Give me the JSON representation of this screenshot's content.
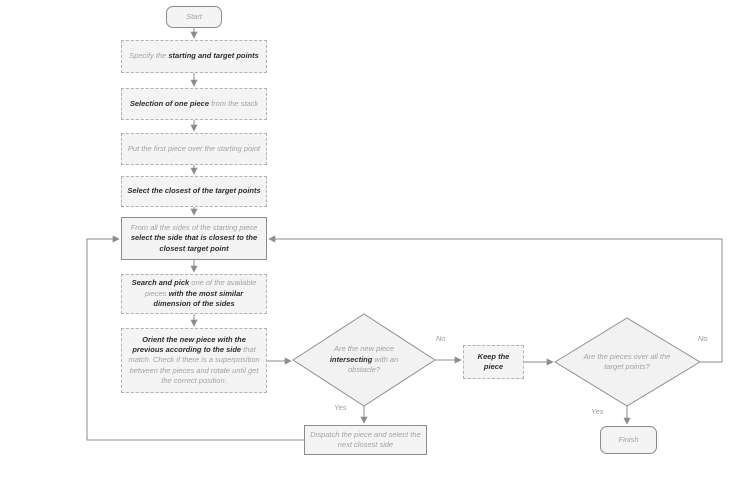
{
  "palette": {
    "node_fill": "#f4f4f4",
    "dashed_border": "#b2b2b2",
    "solid_border": "#8c8c8c",
    "connector": "#8c8c8c",
    "light_text": "#a2a2a2",
    "bold_text": "#2d2d2d"
  },
  "nodes": {
    "start": {
      "label": "Start"
    },
    "specify": {
      "segments": [
        {
          "t": "Specify the "
        },
        {
          "t": "starting and target points",
          "b": true
        }
      ]
    },
    "selection": {
      "segments": [
        {
          "t": "Selection of one piece",
          "b": true
        },
        {
          "t": " from the stack"
        }
      ]
    },
    "put_first": {
      "segments": [
        {
          "t": "Put the first piece over the starting point"
        }
      ]
    },
    "select_closest": {
      "segments": [
        {
          "t": "Select the closest of the target points",
          "b": true
        }
      ]
    },
    "side_select": {
      "segments": [
        {
          "t": "From all the sides of the starting piece "
        },
        {
          "t": "select the side that is closest to the closest target point",
          "b": true
        }
      ]
    },
    "search_pick": {
      "segments": [
        {
          "t": "Search and pick",
          "b": true
        },
        {
          "t": " one of the available pieces "
        },
        {
          "t": "with the most similar dimension of the sides",
          "b": true
        }
      ]
    },
    "orient": {
      "segments": [
        {
          "t": "Orient the new piece with the previous according to the side",
          "b": true
        },
        {
          "t": " that match. Check if there is a superposition between the pieces and rotate until get the correct position."
        }
      ]
    },
    "intersect_question": {
      "segments": [
        {
          "t": "Are the new piece "
        },
        {
          "t": "intersecting",
          "b": true
        },
        {
          "t": " with an obstacle?"
        }
      ]
    },
    "keep_piece": {
      "segments": [
        {
          "t": "Keep the piece",
          "b": true
        }
      ]
    },
    "target_question": {
      "segments": [
        {
          "t": "Are the pieces over all the target points?"
        }
      ]
    },
    "dispatch": {
      "segments": [
        {
          "t": "Dispatch the piece and select the next closest side"
        }
      ]
    },
    "finish": {
      "label": "Finish"
    }
  },
  "edge_labels": {
    "no_obstacle": "No",
    "yes_obstacle": "Yes",
    "no_targets": "No",
    "yes_targets": "Yes"
  }
}
